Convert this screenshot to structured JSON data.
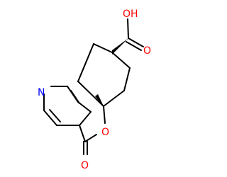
{
  "molecule": {
    "atoms": {
      "acid_oh": "OH",
      "acid_carbonyl_o": "O",
      "ring_n": "N",
      "ring_o": "O",
      "lactone_carbonyl_o": "O"
    },
    "colors": {
      "bond": "#000000",
      "oxygen": "#ff0000",
      "nitrogen": "#0000ff",
      "background": "#ffffff"
    }
  }
}
